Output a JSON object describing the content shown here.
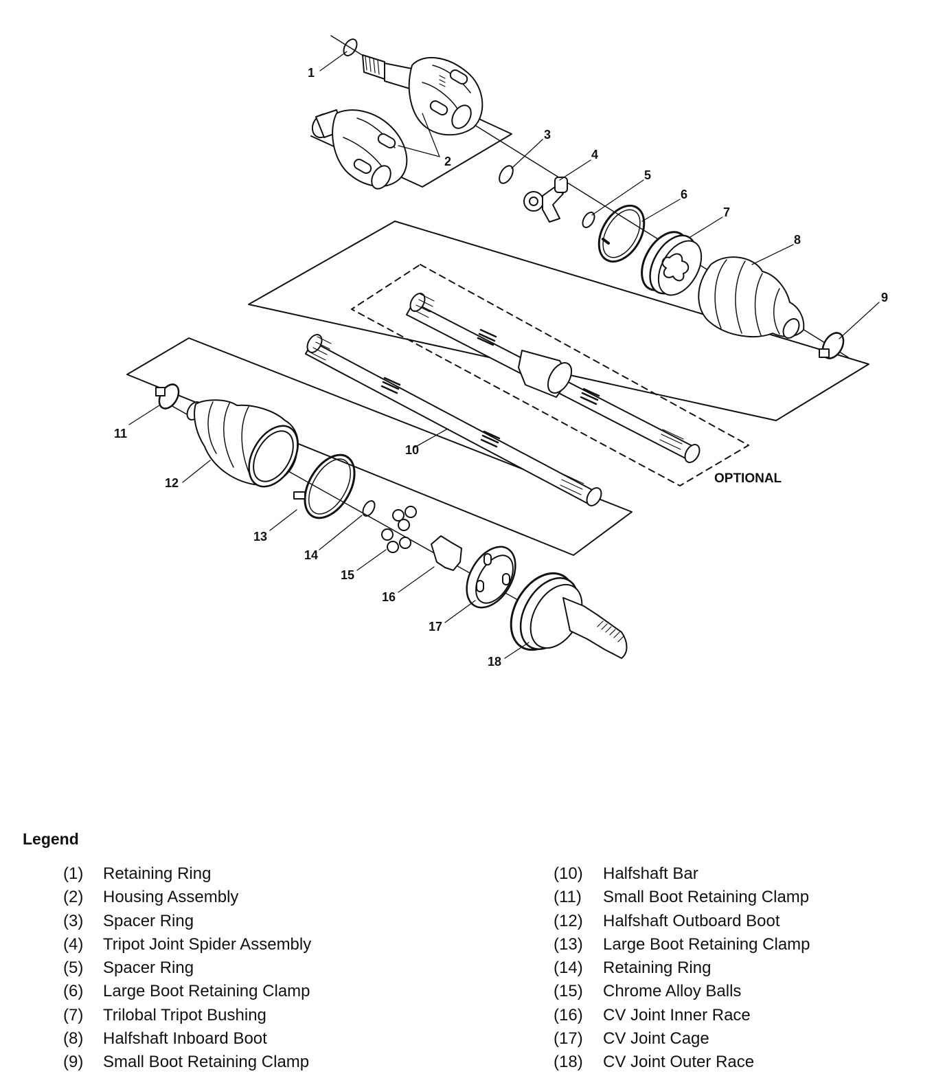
{
  "callouts": [
    "1",
    "2",
    "3",
    "4",
    "5",
    "6",
    "7",
    "8",
    "9",
    "10",
    "11",
    "12",
    "13",
    "14",
    "15",
    "16",
    "17",
    "18"
  ],
  "optional_label": "OPTIONAL",
  "legend": {
    "title": "Legend",
    "items": [
      {
        "num": "(1)",
        "label": "Retaining Ring"
      },
      {
        "num": "(2)",
        "label": "Housing Assembly"
      },
      {
        "num": "(3)",
        "label": "Spacer Ring"
      },
      {
        "num": "(4)",
        "label": "Tripot Joint Spider Assembly"
      },
      {
        "num": "(5)",
        "label": "Spacer Ring"
      },
      {
        "num": "(6)",
        "label": "Large Boot Retaining Clamp"
      },
      {
        "num": "(7)",
        "label": "Trilobal Tripot Bushing"
      },
      {
        "num": "(8)",
        "label": "Halfshaft Inboard Boot"
      },
      {
        "num": "(9)",
        "label": "Small Boot Retaining Clamp"
      },
      {
        "num": "(10)",
        "label": "Halfshaft Bar"
      },
      {
        "num": "(11)",
        "label": "Small Boot Retaining Clamp"
      },
      {
        "num": "(12)",
        "label": "Halfshaft Outboard Boot"
      },
      {
        "num": "(13)",
        "label": "Large Boot Retaining Clamp"
      },
      {
        "num": "(14)",
        "label": "Retaining Ring"
      },
      {
        "num": "(15)",
        "label": "Chrome Alloy Balls"
      },
      {
        "num": "(16)",
        "label": "CV Joint Inner Race"
      },
      {
        "num": "(17)",
        "label": "CV Joint Cage"
      },
      {
        "num": "(18)",
        "label": "CV Joint Outer Race"
      }
    ]
  }
}
